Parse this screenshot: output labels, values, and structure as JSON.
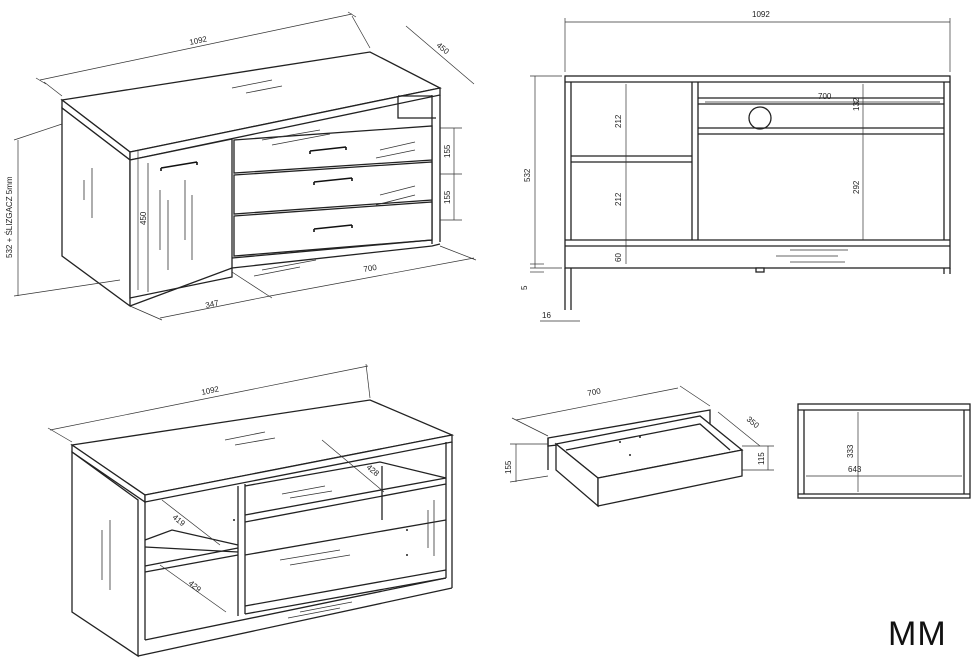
{
  "dimensions": {
    "top_left": {
      "width": "1092",
      "depth": "450",
      "height": "532 + ŚLIZGACZ 5mm",
      "door_height": "450",
      "drawer_1": "155",
      "drawer_2": "155",
      "door_width": "347",
      "drawers_width": "700"
    },
    "front": {
      "width": "1092",
      "height": "532",
      "top_shelf_width": "700",
      "left_upper": "212",
      "left_lower": "212",
      "plinth": "60",
      "slider": "5",
      "leg_width": "16",
      "right_upper": "132",
      "right_lower": "292"
    },
    "open_view": {
      "width": "1092",
      "shelf_top": "428",
      "left_shelf_1": "419",
      "left_shelf_2": "429"
    },
    "drawer": {
      "length": "700",
      "depth": "350",
      "front_height": "155",
      "box_height": "115"
    },
    "side": {
      "height": "333",
      "depth": "643"
    }
  },
  "brand": {
    "logo": "MM"
  }
}
